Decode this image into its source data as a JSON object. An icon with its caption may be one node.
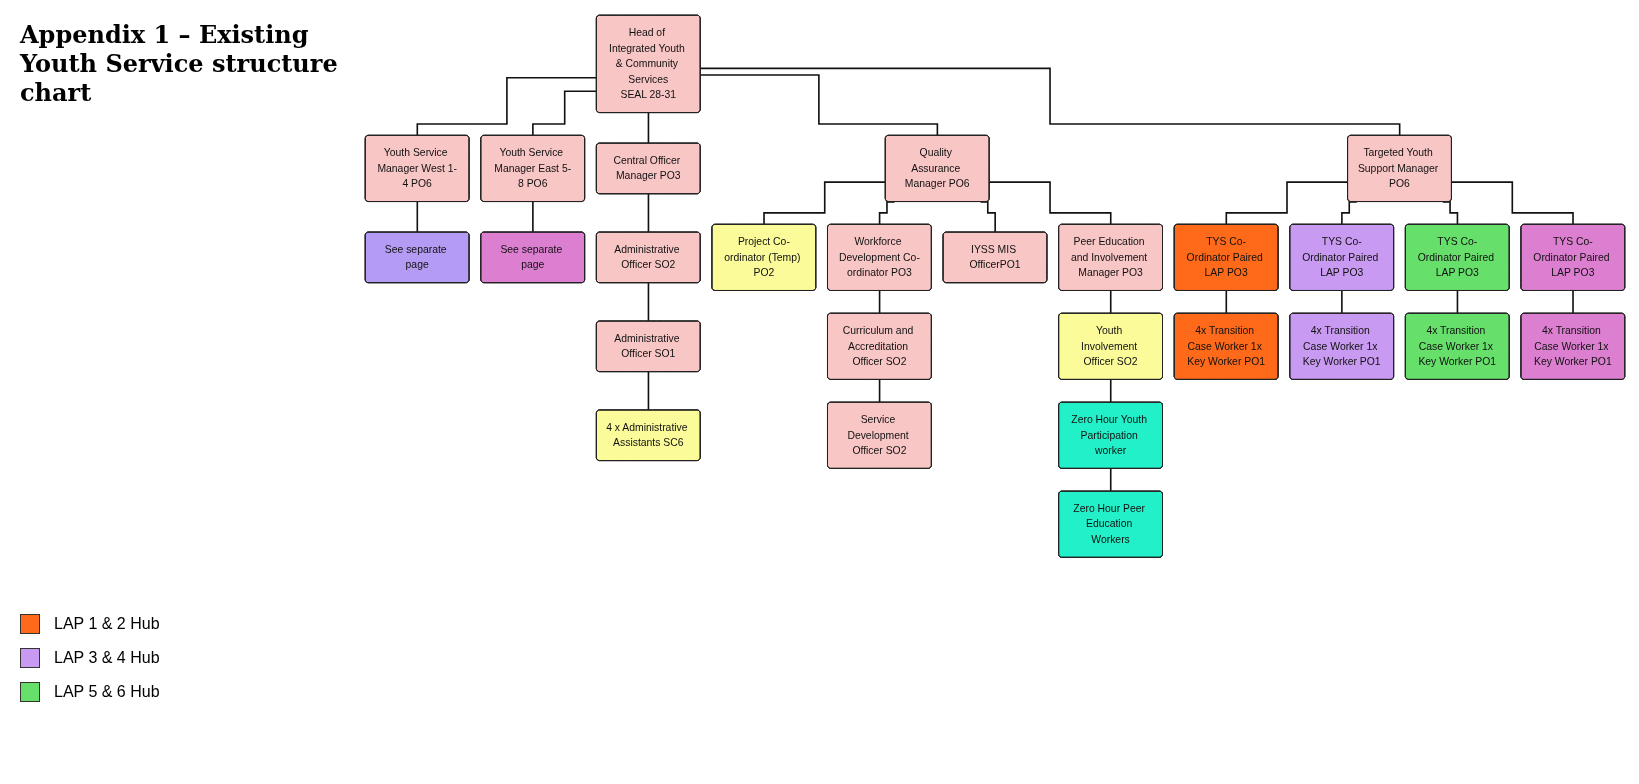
{
  "diagram": {
    "title": "Appendix 1 – Existing Youth Service structure chart",
    "nodes": [
      {
        "text": [
          "Head of Integrated Youth & Community Services",
          "SEAL 28-31"
        ]
      },
      {
        "text": [
          "Youth Service Manager West 1-4 PO6"
        ]
      },
      {
        "text": [
          "Youth Service Manager East 5-8 PO6"
        ]
      },
      {
        "text": [
          "Central Officer Manager PO3"
        ]
      },
      {
        "text": [
          "Quality Assurance Manager PO6"
        ]
      },
      {
        "text": [
          "Project Co-ordinator (Temp) PO2"
        ]
      },
      {
        "text": [
          "Targeted Youth Support Manager PO6"
        ]
      },
      {
        "text": [
          "See separate page"
        ]
      },
      {
        "text": [
          "See separate page"
        ]
      },
      {
        "text": [
          "Administrative Officer SO2"
        ]
      },
      {
        "text": [
          "Administrative Officer SO1"
        ]
      },
      {
        "text": [
          "4 x Administrative Assistants SC6"
        ]
      },
      {
        "text": [
          "Workforce Development Co-ordinator PO3"
        ]
      },
      {
        "text": [
          "IYSS MIS OfficerPO1"
        ]
      },
      {
        "text": [
          "Peer Education and Involvement Manager PO3"
        ]
      },
      {
        "text": [
          "Curriculum and Accreditation Officer SO2"
        ]
      },
      {
        "text": [
          "Service Development Officer SO2"
        ]
      },
      {
        "text": [
          "Youth Involvement Officer SO2"
        ]
      },
      {
        "text": [
          "Zero Hour Youth Participation worker"
        ]
      },
      {
        "text": [
          "Zero Hour Peer Education Workers"
        ]
      },
      {
        "text": [
          "TYS Co-Ordinator Paired LAP PO3"
        ]
      },
      {
        "text": [
          "TYS Co-Ordinator Paired LAP PO3"
        ]
      },
      {
        "text": [
          "TYS Co-Ordinator Paired LAP PO3"
        ]
      },
      {
        "text": [
          "TYS Co-Ordinator Paired LAP PO3"
        ]
      },
      {
        "text": [
          "4x Transition Case Worker 1x Key Worker PO1"
        ]
      },
      {
        "text": [
          "4x Transition Case Worker 1x Key Worker PO1"
        ]
      },
      {
        "text": [
          "4x Transition Case Worker 1x Key Worker PO1"
        ]
      },
      {
        "text": [
          "4x Transition Case Worker 1x Key Worker PO1"
        ]
      }
    ],
    "edges": [
      {
        "from": 0,
        "to": 1,
        "arrow": "none"
      },
      {
        "from": 0,
        "to": 2,
        "arrow": "none"
      },
      {
        "from": 0,
        "to": 3,
        "arrow": "none"
      },
      {
        "from": 0,
        "to": 4,
        "arrow": "none"
      },
      {
        "from": 4,
        "to": 5,
        "arrow": "none"
      },
      {
        "from": 0,
        "to": 6,
        "arrow": "none"
      },
      {
        "from": 1,
        "to": 7,
        "arrow": "none"
      },
      {
        "from": 2,
        "to": 8,
        "arrow": "none"
      },
      {
        "from": 3,
        "to": 9,
        "arrow": "none"
      },
      {
        "from": 9,
        "to": 10,
        "arrow": "none"
      },
      {
        "from": 10,
        "to": 11,
        "arrow": "none"
      },
      {
        "from": 4,
        "to": 12,
        "arrow": "none"
      },
      {
        "from": 4,
        "to": 13,
        "arrow": "none"
      },
      {
        "from": 4,
        "to": 14,
        "arrow": "none"
      },
      {
        "from": 12,
        "to": 15,
        "arrow": "none"
      },
      {
        "from": 15,
        "to": 16,
        "arrow": "none"
      },
      {
        "from": 14,
        "to": 17,
        "arrow": "none"
      },
      {
        "from": 17,
        "to": 18,
        "arrow": "none"
      },
      {
        "from": 18,
        "to": 19,
        "arrow": "none"
      },
      {
        "from": 6,
        "to": 20,
        "arrow": "none"
      },
      {
        "from": 6,
        "to": 21,
        "arrow": "none"
      },
      {
        "from": 6,
        "to": 22,
        "arrow": "none"
      },
      {
        "from": 6,
        "to": 23,
        "arrow": "none"
      },
      {
        "from": 20,
        "to": 24,
        "arrow": "none"
      },
      {
        "from": 21,
        "to": 25,
        "arrow": "none"
      },
      {
        "from": 22,
        "to": 26,
        "arrow": "none"
      },
      {
        "from": 23,
        "to": 27,
        "arrow": "none"
      }
    ],
    "legend": [
      {
        "text": "LAP 1 & 2 Hub",
        "color": "#ff6a1a"
      },
      {
        "text": "LAP 3 & 4 Hub",
        "color": "#c99af2"
      },
      {
        "text": "LAP 5 & 6 Hub",
        "color": "#66e06a"
      }
    ]
  }
}
